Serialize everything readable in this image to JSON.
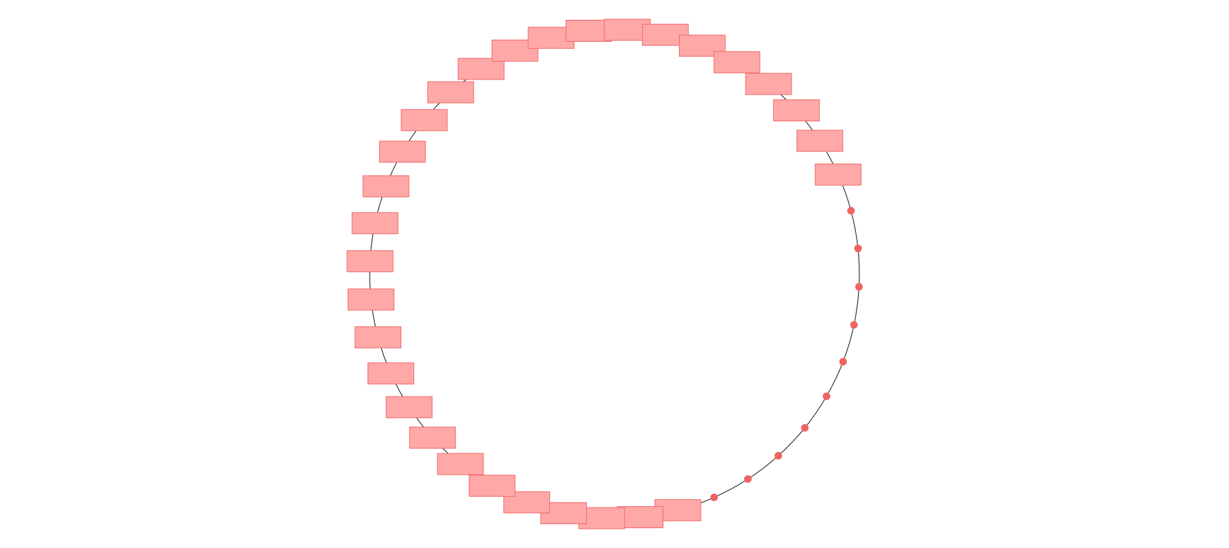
{
  "diagram": {
    "type": "ring-graph",
    "colors": {
      "background": "#ffffff",
      "edge": "#333333",
      "dot_fill": "#f06363",
      "rect_fill": "#ffa8a8",
      "rect_stroke": "#f06868"
    },
    "ring": {
      "node_count": 40,
      "start_angle_deg": 165,
      "step_deg": 9
    },
    "nodes": [
      {
        "shape": "rect"
      },
      {
        "shape": "rect"
      },
      {
        "shape": "rect"
      },
      {
        "shape": "rect"
      },
      {
        "shape": "rect"
      },
      {
        "shape": "rect"
      },
      {
        "shape": "rect"
      },
      {
        "shape": "rect"
      },
      {
        "shape": "rect"
      },
      {
        "shape": "rect"
      },
      {
        "shape": "rect"
      },
      {
        "shape": "rect"
      },
      {
        "shape": "rect"
      },
      {
        "shape": "rect"
      },
      {
        "shape": "rect"
      },
      {
        "shape": "rect"
      },
      {
        "shape": "rect"
      },
      {
        "shape": "rect"
      },
      {
        "shape": "rect"
      },
      {
        "shape": "rect"
      },
      {
        "shape": "rect"
      },
      {
        "shape": "rect"
      },
      {
        "shape": "rect"
      },
      {
        "shape": "rect"
      },
      {
        "shape": "rect"
      },
      {
        "shape": "rect"
      },
      {
        "shape": "rect"
      },
      {
        "shape": "rect"
      },
      {
        "shape": "rect"
      },
      {
        "shape": "rect"
      },
      {
        "shape": "dot"
      },
      {
        "shape": "dot"
      },
      {
        "shape": "dot"
      },
      {
        "shape": "dot"
      },
      {
        "shape": "dot"
      },
      {
        "shape": "dot"
      },
      {
        "shape": "dot"
      },
      {
        "shape": "dot"
      },
      {
        "shape": "dot"
      },
      {
        "shape": "dot"
      }
    ]
  }
}
